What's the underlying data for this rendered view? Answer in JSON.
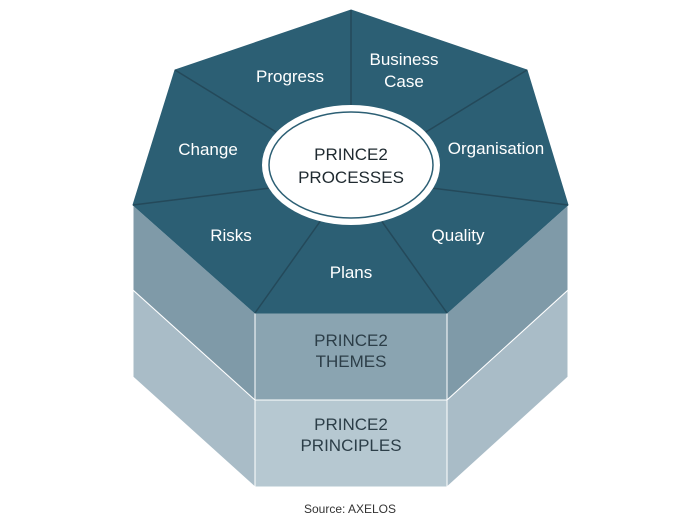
{
  "center": {
    "line1": "PRINCE2",
    "line2": "PROCESSES"
  },
  "segments": [
    {
      "id": "progress",
      "lines": [
        "Progress"
      ]
    },
    {
      "id": "business-case",
      "lines": [
        "Business",
        "Case"
      ]
    },
    {
      "id": "organisation",
      "lines": [
        "Organisation"
      ]
    },
    {
      "id": "quality",
      "lines": [
        "Quality"
      ]
    },
    {
      "id": "plans",
      "lines": [
        "Plans"
      ]
    },
    {
      "id": "risks",
      "lines": [
        "Risks"
      ]
    },
    {
      "id": "change",
      "lines": [
        "Change"
      ]
    }
  ],
  "layers": {
    "themes": {
      "line1": "PRINCE2",
      "line2": "THEMES"
    },
    "principles": {
      "line1": "PRINCE2",
      "line2": "PRINCIPLES"
    }
  },
  "source": "Source: AXELOS",
  "colors": {
    "top": "#2c5f74",
    "themes_front": "#8aa4b1",
    "themes_side": "#7f9aa8",
    "principles_front": "#b6c8d1",
    "principles_side": "#a9bcc7",
    "center_fill": "#ffffff"
  }
}
